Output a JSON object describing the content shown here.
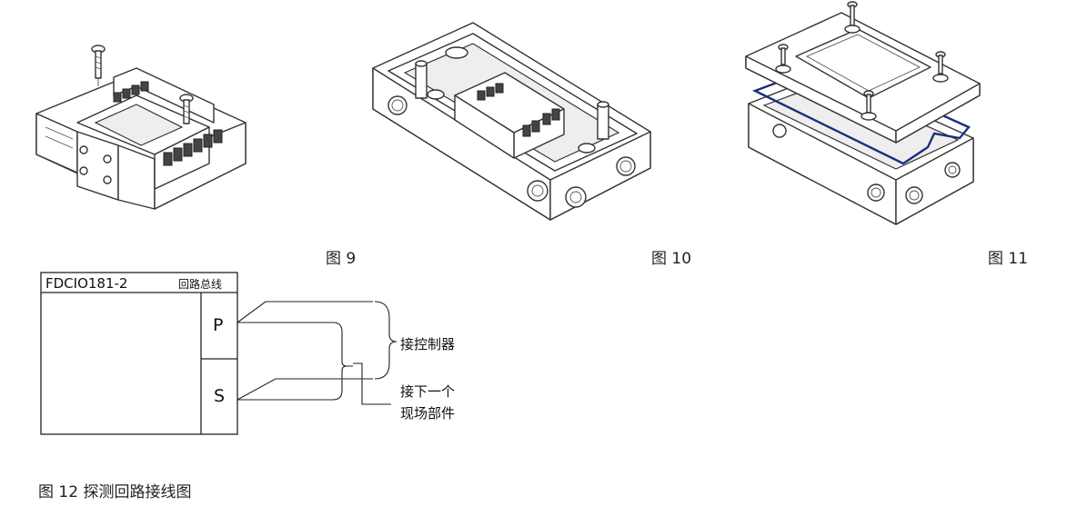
{
  "figures": {
    "fig9_caption": "图 9",
    "fig10_caption": "图 10",
    "fig11_caption": "图 11"
  },
  "wiring": {
    "device_name": "FDCIO181-2",
    "bus_label": "回路总线",
    "terminal_p": "P",
    "terminal_s": "S",
    "to_controller": "接控制器",
    "to_next_line1": "接下一个",
    "to_next_line2": "现场部件",
    "caption": "图 12 探测回路接线图"
  }
}
